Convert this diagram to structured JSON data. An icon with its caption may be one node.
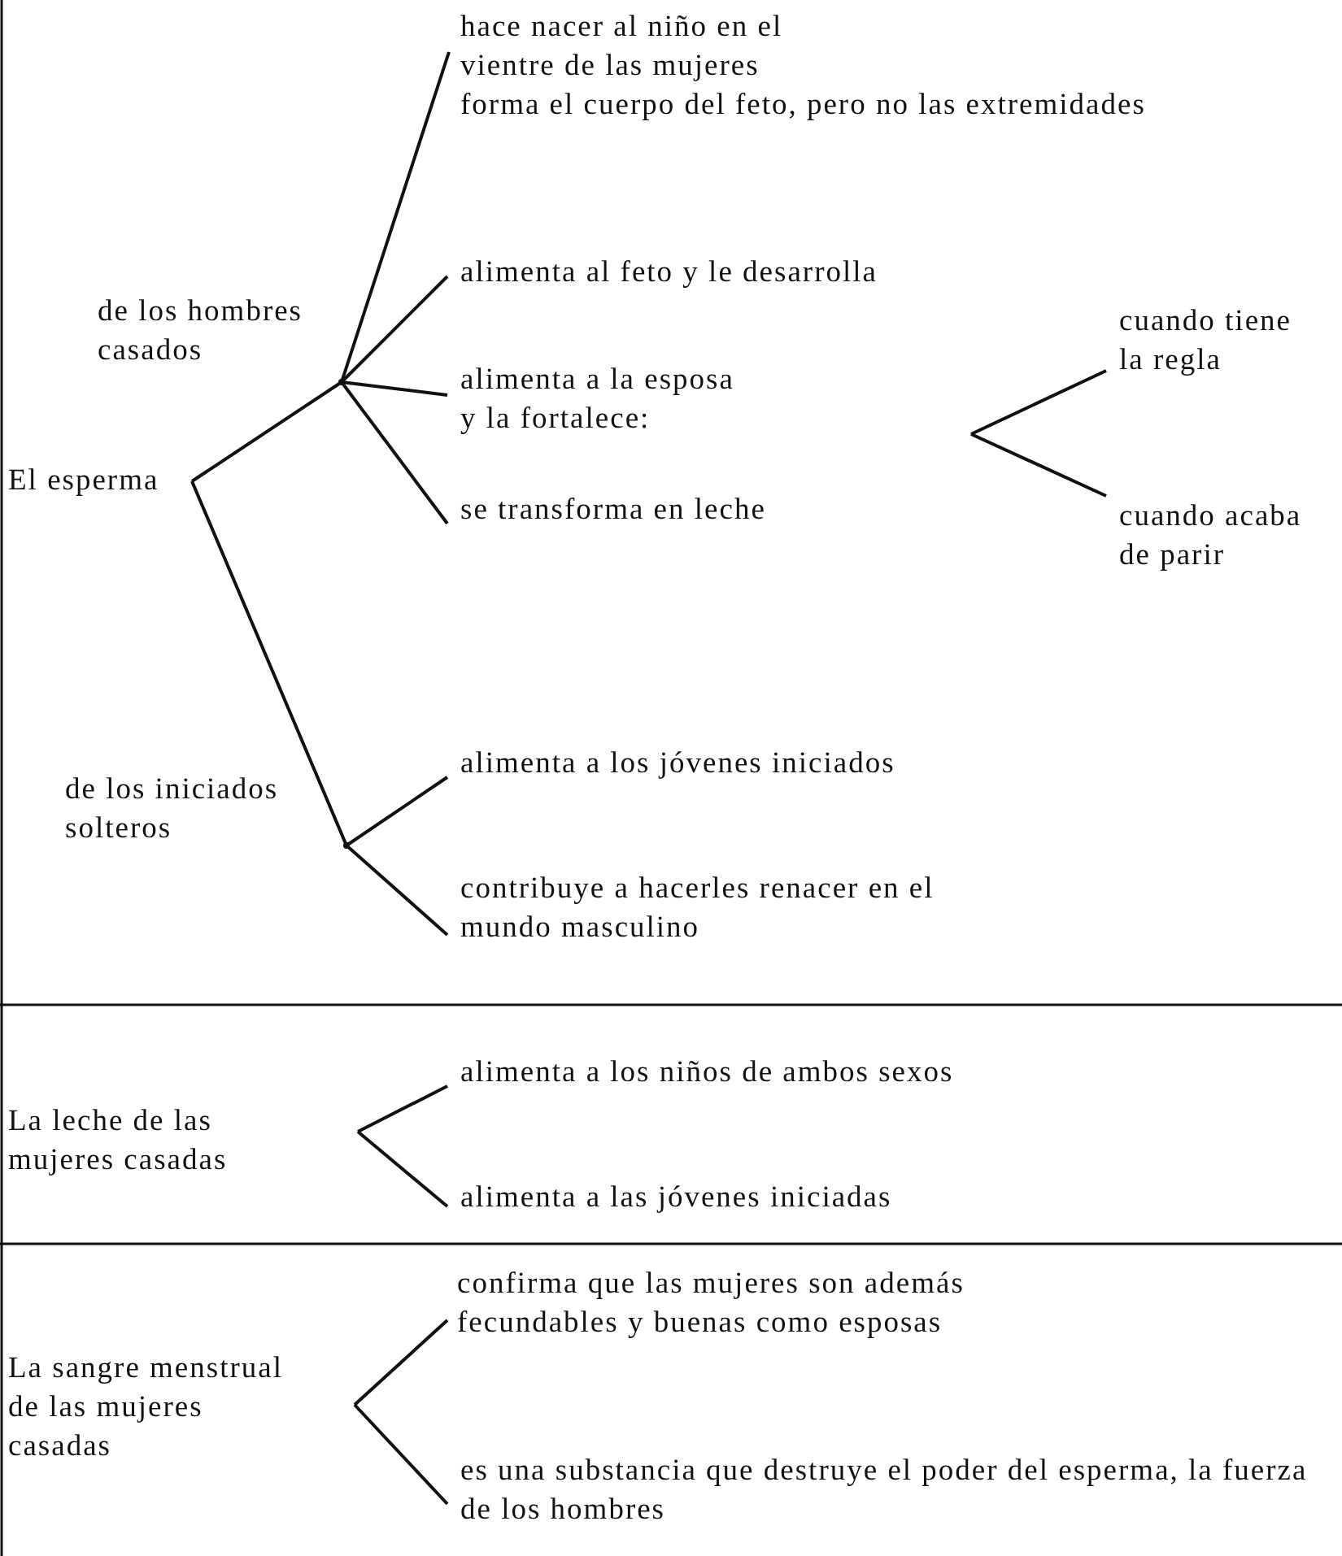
{
  "diagram": {
    "nodes": [
      {
        "text": [
          "El esperma"
        ]
      },
      {
        "text": [],
        "shape": "point"
      },
      {
        "text": [
          "hace nacer al niño en el vientre de las mujeres",
          "forma el cuerpo del feto, pero no las extremidades"
        ]
      },
      {
        "text": [
          "alimenta al feto y le desarrolla"
        ]
      },
      {
        "text": [
          "alimenta a la esposa y la fortalece:"
        ]
      },
      {
        "text": [
          "se transforma en leche"
        ]
      },
      {
        "text": [],
        "shape": "point"
      },
      {
        "text": [
          "alimenta a los jóvenes iniciados"
        ]
      },
      {
        "text": [
          "contribuye a hacerles renacer en el mundo masculino"
        ]
      },
      {
        "text": [
          "cuando tiene la regla"
        ]
      },
      {
        "text": [
          "cuando acaba de parir"
        ]
      },
      {
        "text": [
          "La leche de las mujeres casadas"
        ]
      },
      {
        "text": [
          "alimenta a los niños de ambos sexos"
        ]
      },
      {
        "text": [
          "alimenta a las jóvenes iniciadas"
        ]
      },
      {
        "text": [
          "La sangre menstrual de las mujeres casadas"
        ]
      },
      {
        "text": [
          "confirma que las mujeres son además fecundables y buenas como esposas"
        ]
      },
      {
        "text": [
          "es una substancia que destruye el poder del esperma, la fuerza de los hombres"
        ]
      }
    ],
    "edges": [
      {
        "from": 0,
        "to": 1,
        "arrow": "none",
        "label": "de los hombres casados"
      },
      {
        "from": 1,
        "to": 2,
        "arrow": "none"
      },
      {
        "from": 1,
        "to": 3,
        "arrow": "none"
      },
      {
        "from": 1,
        "to": 4,
        "arrow": "none"
      },
      {
        "from": 1,
        "to": 5,
        "arrow": "none"
      },
      {
        "from": 0,
        "to": 6,
        "arrow": "none",
        "label": "de los iniciados solteros"
      },
      {
        "from": 6,
        "to": 7,
        "arrow": "none"
      },
      {
        "from": 6,
        "to": 8,
        "arrow": "none"
      },
      {
        "from": null,
        "to": 9,
        "arrow": "none"
      },
      {
        "from": null,
        "to": 10,
        "arrow": "none"
      },
      {
        "from": null,
        "to": 12,
        "arrow": "none"
      },
      {
        "from": null,
        "to": 13,
        "arrow": "none"
      },
      {
        "from": null,
        "to": 15,
        "arrow": "none"
      },
      {
        "from": null,
        "to": 16,
        "arrow": "none"
      }
    ]
  }
}
